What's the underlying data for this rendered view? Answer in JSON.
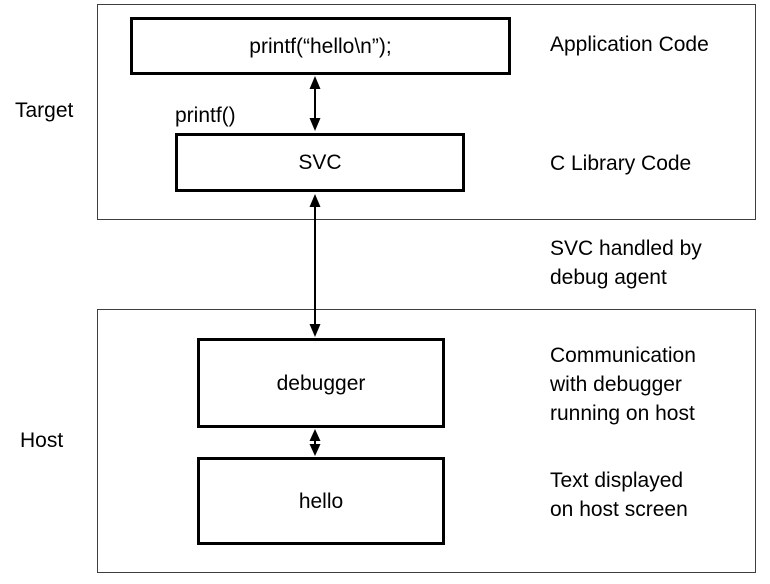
{
  "canvas": {
    "background": "#ffffff",
    "line_color": "#000000",
    "outer_border_color": "#3f3f3f"
  },
  "sections": {
    "target_label": "Target",
    "host_label": "Host"
  },
  "nodes": {
    "app_code": "printf(“hello\\n”);",
    "svc": "SVC",
    "debugger": "debugger",
    "hello": "hello"
  },
  "edge_labels": {
    "printf_call": "printf()"
  },
  "annotations": {
    "application_code": "Application Code",
    "c_library_code": "C Library Code",
    "svc_handled": "SVC handled by\ndebug agent",
    "communication": "Communication\nwith debugger\nrunning on host",
    "text_displayed": "Text displayed\non host screen"
  }
}
